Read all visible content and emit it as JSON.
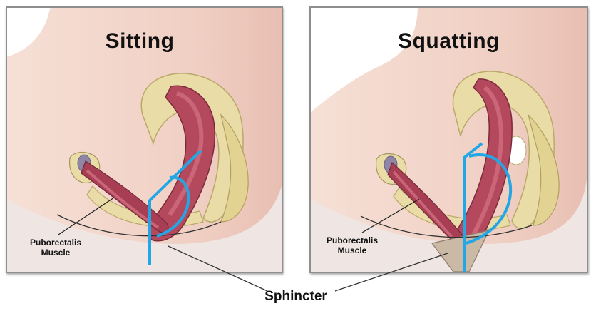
{
  "panels": [
    {
      "title": "Sitting",
      "muscle_label_line1": "Puborectalis",
      "muscle_label_line2": "Muscle"
    },
    {
      "title": "Squatting",
      "muscle_label_line1": "Puborectalis",
      "muscle_label_line2": "Muscle"
    }
  ],
  "callout": {
    "label": "Sphincter"
  },
  "colors": {
    "skin": "#f3d9cf",
    "bone": "#e9dca6",
    "muscle": "#b4495e",
    "angle_line": "#22a7e6"
  }
}
